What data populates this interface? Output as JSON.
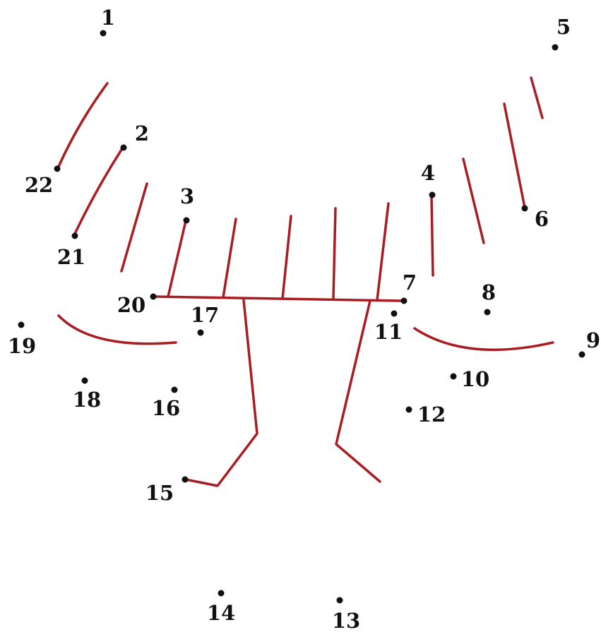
{
  "colors": {
    "line": "#a81c22",
    "dot": "#111111",
    "label": "#111111",
    "background": "#ffffff"
  },
  "dots": [
    {
      "label": "1"
    },
    {
      "label": "2"
    },
    {
      "label": "3"
    },
    {
      "label": "4"
    },
    {
      "label": "5"
    },
    {
      "label": "6"
    },
    {
      "label": "7"
    },
    {
      "label": "8"
    },
    {
      "label": "9"
    },
    {
      "label": "10"
    },
    {
      "label": "11"
    },
    {
      "label": "12"
    },
    {
      "label": "13"
    },
    {
      "label": "14"
    },
    {
      "label": "15"
    },
    {
      "label": "16"
    },
    {
      "label": "17"
    },
    {
      "label": "18"
    },
    {
      "label": "19"
    },
    {
      "label": "20"
    },
    {
      "label": "21"
    },
    {
      "label": "22"
    }
  ]
}
